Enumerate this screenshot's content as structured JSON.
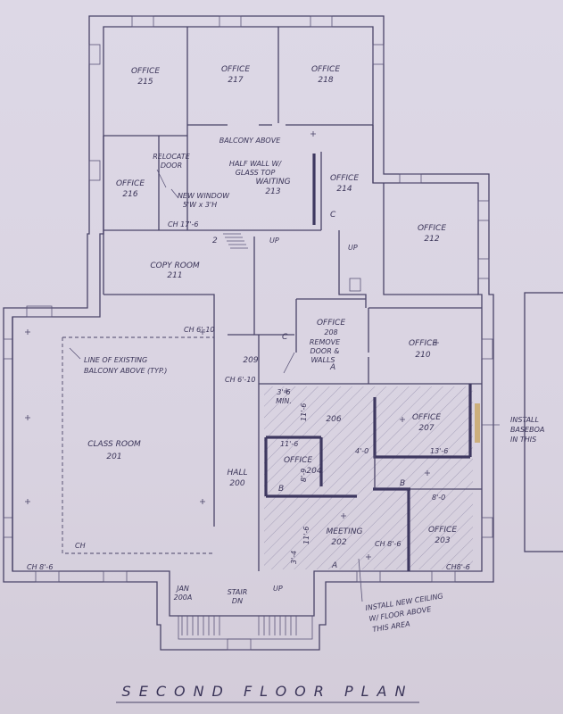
{
  "title": "SECOND FLOOR PLAN",
  "rooms": {
    "office_215": [
      "OFFICE",
      "215"
    ],
    "office_217": [
      "OFFICE",
      "217"
    ],
    "office_218": [
      "OFFICE",
      "218"
    ],
    "office_216": [
      "OFFICE",
      "216"
    ],
    "waiting_213": [
      "HALF WALL W/",
      "GLASS TOP",
      "WAITING",
      "213"
    ],
    "office_214": [
      "OFFICE",
      "214"
    ],
    "office_212": [
      "OFFICE",
      "212"
    ],
    "copy_room_211": [
      "COPY ROOM",
      "211"
    ],
    "office_208": [
      "OFFICE",
      "208"
    ],
    "office_210": [
      "OFFICE",
      "210"
    ],
    "room_209": "209",
    "room_206": "206",
    "office_207": [
      "OFFICE",
      "207"
    ],
    "office_204": [
      "OFFICE",
      "204"
    ],
    "classroom_201": [
      "CLASS ROOM",
      "201"
    ],
    "hall_200": [
      "HALL",
      "200"
    ],
    "meeting_202": [
      "MEETING",
      "202"
    ],
    "office_203": [
      "OFFICE",
      "203"
    ],
    "jan_200a": [
      "JAN",
      "200A"
    ]
  },
  "notes": {
    "balcony_above": "BALCONY ABOVE",
    "relocate_door": [
      "RELOCATE",
      "DOOR"
    ],
    "new_window": [
      "NEW WINDOW",
      "5'W x 3'H"
    ],
    "remove_door": [
      "REMOVE",
      "DOOR &",
      "WALLS"
    ],
    "line_existing": [
      "LINE OF EXISTING",
      "BALCONY ABOVE (TYP.)"
    ],
    "install_baseboard": [
      "INSTALL",
      "BASEBOA",
      "IN THIS"
    ],
    "install_ceiling": [
      "INSTALL NEW CEILING",
      "W/ FLOOR ABOVE",
      "THIS AREA"
    ],
    "stair": [
      "STAIR",
      "DN"
    ]
  },
  "dims": {
    "ch_17_6": "CH 17'-6",
    "ch_6_10a": "CH 6'-10",
    "ch_6_10b": "CH 6'-10",
    "min_3_6": [
      "3'-6",
      "MIN."
    ],
    "ch_8_6_left": "CH 8'-6",
    "ch_8_6_mid": "CH 8'-6",
    "ch_8_6_right": "CH8'-6",
    "ch_left": "CH",
    "dim_4_0": "4'-0",
    "dim_13_6": "13'-6",
    "dim_8_0": "8'-0",
    "dim_11_6a": "11'-6",
    "dim_11_6b": "11'-6",
    "dim_8_9": "8'-9",
    "dim_3_4": "3'-4",
    "dim_11_6c": "11'-6"
  },
  "marks": {
    "up1": "UP",
    "up2": "UP",
    "up3": "UP",
    "mark_a1": "A",
    "mark_a2": "A",
    "mark_b1": "B",
    "mark_b2": "B",
    "mark_c1": "C",
    "mark_c2": "C",
    "mark_2": "2"
  }
}
